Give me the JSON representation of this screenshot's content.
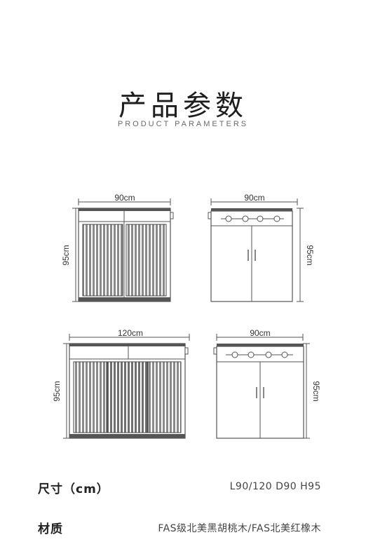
{
  "header": {
    "title": "产品参数",
    "subtitle": "PRODUCT PARAMETERS"
  },
  "diagrams": {
    "top_front": {
      "width_label": "90cm",
      "height_label": "95cm"
    },
    "top_back": {
      "width_label": "90cm",
      "height_label": "95cm"
    },
    "bottom_front": {
      "width_label": "120cm",
      "height_label": "95cm"
    },
    "bottom_back": {
      "width_label": "90cm",
      "height_label": "95cm"
    }
  },
  "specs": [
    {
      "label": "尺寸（cm）",
      "value": "L90/120 D90 H95"
    },
    {
      "label": "材质",
      "value": "FAS级北美黑胡桃木/FAS北美红橡木"
    }
  ]
}
